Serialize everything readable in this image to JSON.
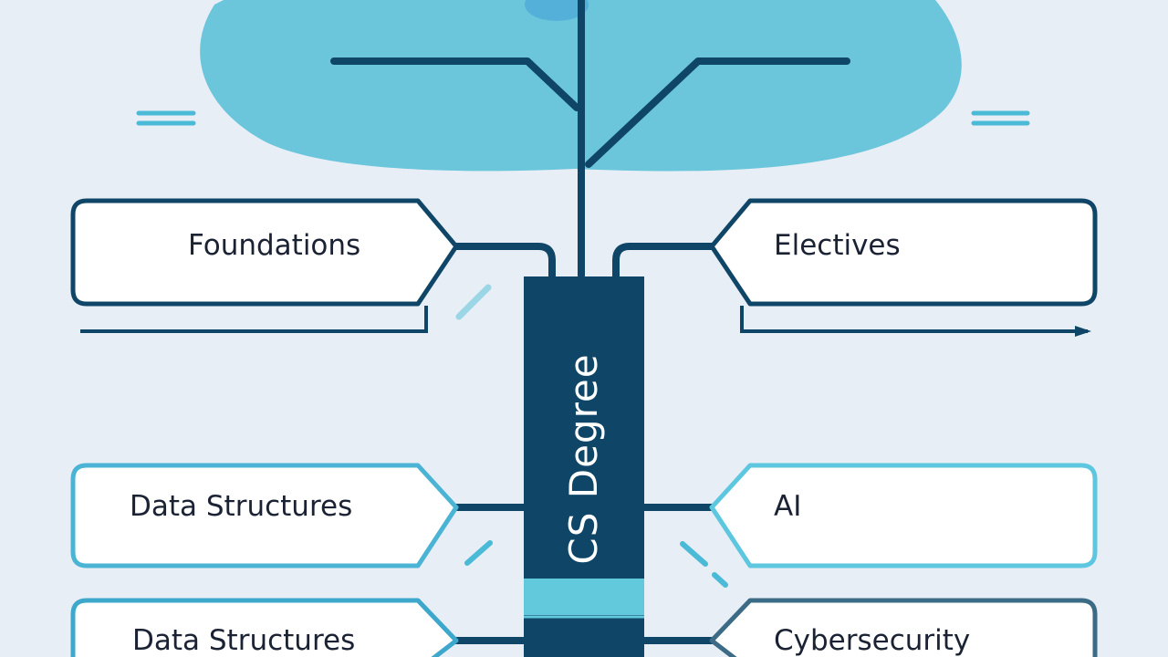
{
  "diagram": {
    "spine_label": "CS Degree",
    "nodes": [
      {
        "id": "foundations",
        "label": "Foundations",
        "side": "left"
      },
      {
        "id": "electives",
        "label": "Electives",
        "side": "right"
      },
      {
        "id": "data-structures-1",
        "label": "Data Structures",
        "side": "left"
      },
      {
        "id": "ai",
        "label": "AI",
        "side": "right"
      },
      {
        "id": "data-structures-2",
        "label": "Data Structures",
        "side": "left"
      },
      {
        "id": "cybersecurity",
        "label": "Cybersecurity",
        "side": "right"
      }
    ]
  },
  "colors": {
    "background": "#e7eef6",
    "navy": "#0f4566",
    "cloud": "#6bc6dc",
    "cyan": "#62c8dc",
    "box_fill": "#ffffff",
    "text": "#1a2233",
    "spine_text": "#ffffff"
  }
}
